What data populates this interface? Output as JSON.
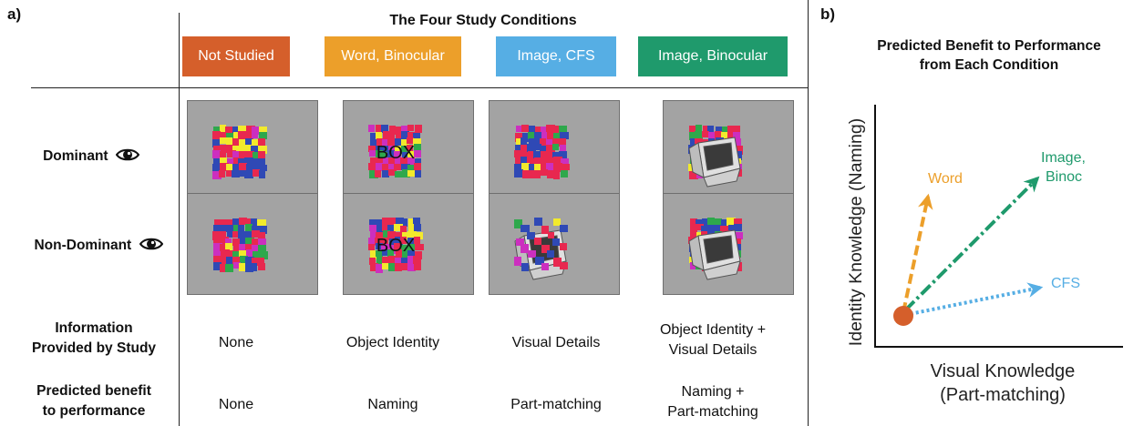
{
  "panel_a": {
    "label": "a)",
    "title": "The Four Study Conditions",
    "conditions": [
      {
        "label": "Not Studied",
        "color": "#d55f2b"
      },
      {
        "label": "Word, Binocular",
        "color": "#ec9f2a"
      },
      {
        "label": "Image, CFS",
        "color": "#56aee4"
      },
      {
        "label": "Image, Binocular",
        "color": "#1f9a6c"
      }
    ],
    "rows": {
      "dominant": "Dominant",
      "non_dominant": "Non-Dominant",
      "eye_icon": "eye-icon"
    },
    "stimuli": {
      "word_text": "BOX",
      "dominant": [
        "mask",
        "mask-word",
        "mask",
        "mask-box"
      ],
      "non_dominant": [
        "mask",
        "mask-word",
        "box",
        "mask-box"
      ]
    },
    "information": {
      "label_line1": "Information",
      "label_line2": "Provided by Study",
      "values": [
        [
          "None"
        ],
        [
          "Object Identity"
        ],
        [
          "Visual Details"
        ],
        [
          "Object Identity +",
          "Visual Details"
        ]
      ]
    },
    "benefit": {
      "label_line1": "Predicted benefit",
      "label_line2": "to performance",
      "values": [
        [
          "None"
        ],
        [
          "Naming"
        ],
        [
          "Part-matching"
        ],
        [
          "Naming +",
          "Part-matching"
        ]
      ]
    }
  },
  "panel_b": {
    "label": "b)",
    "title_line1": "Predicted Benefit to Performance",
    "title_line2": "from Each Condition",
    "y_axis": "Identity Knowledge (Naming)",
    "x_axis_line1": "Visual Knowledge",
    "x_axis_line2": "(Part-matching)",
    "arrows": [
      {
        "label": "Word",
        "color": "#ec9f2a"
      },
      {
        "label_line1": "Image,",
        "label_line2": "Binoc",
        "color": "#1f9a6c"
      },
      {
        "label": "CFS",
        "color": "#56aee4"
      }
    ],
    "origin_color": "#d55f2b"
  }
}
